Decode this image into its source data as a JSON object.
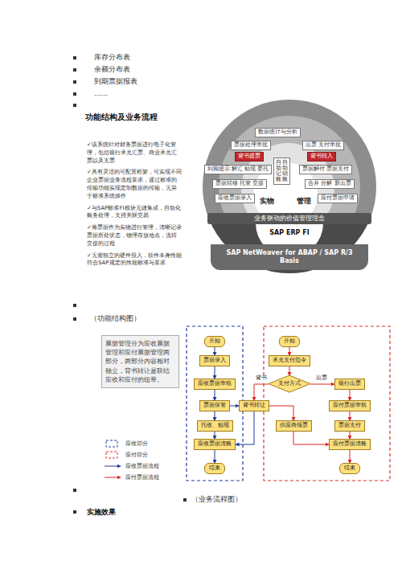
{
  "diagram": {
    "title": "功能结构及业务流程",
    "nodes": [
      {
        "text": [
          "数据统计与分析"
        ]
      },
      {
        "text": [
          "票据处理审批"
        ]
      },
      {
        "text": [
          "出票 支付审批"
        ]
      },
      {
        "text": [
          "背书提票"
        ]
      },
      {
        "text": [
          "背书转入"
        ]
      },
      {
        "text": [
          "到期提示 解汇 贴现 委托"
        ]
      },
      {
        "text": [
          "票据解付 票据支付"
        ]
      },
      {
        "text": [
          "票据转移 托管 交接"
        ]
      },
      {
        "text": [
          "合并 分解 新出票"
        ]
      },
      {
        "text": [
          "自动记账",
          "自动销账"
        ]
      },
      {
        "text": [
          "应收票据录入"
        ]
      },
      {
        "text": [
          "应付票据申请"
        ]
      },
      {
        "text": [
          "业务驱动的价值管理理念"
        ]
      },
      {
        "text": [
          "SAP NetWeaver for ABAP / SAP R/3 Basis"
        ]
      },
      {
        "text": [
          "票据管理分为应收票据管理和应付票据管理两部分，两部分内容相对独立，背书转让是联结应收和应付的纽带。"
        ]
      },
      {
        "text": [
          "开始"
        ]
      },
      {
        "text": [
          "票据录入"
        ]
      },
      {
        "text": [
          "应收票据审核"
        ]
      },
      {
        "text": [
          "票据保管"
        ]
      },
      {
        "text": [
          "托收、贴现"
        ]
      },
      {
        "text": [
          "应收票据清账"
        ]
      },
      {
        "text": [
          "结束"
        ]
      },
      {
        "text": [
          "背书转让"
        ]
      },
      {
        "text": [
          "开始"
        ]
      },
      {
        "text": [
          "承兑支付指令"
        ]
      },
      {
        "text": [
          "支付方式"
        ]
      },
      {
        "text": [
          "银行出票"
        ]
      },
      {
        "text": [
          "应付票据审核"
        ]
      },
      {
        "text": [
          "供应商领票"
        ]
      },
      {
        "text": [
          "票据支付"
        ]
      },
      {
        "text": [
          "应付票据清账"
        ]
      },
      {
        "text": [
          "结束"
        ]
      }
    ],
    "edges": [
      {
        "from": 15,
        "to": 16,
        "arrow": "to"
      },
      {
        "from": 16,
        "to": 17,
        "arrow": "to"
      },
      {
        "from": 17,
        "to": 18,
        "arrow": "to"
      },
      {
        "from": 18,
        "to": 19,
        "arrow": "to"
      },
      {
        "from": 19,
        "to": 20,
        "arrow": "to"
      },
      {
        "from": 20,
        "to": 21,
        "arrow": "to"
      },
      {
        "from": 18,
        "to": 22,
        "arrow": "to"
      },
      {
        "from": 22,
        "to": 20,
        "arrow": "to"
      },
      {
        "from": 23,
        "to": 24,
        "arrow": "to"
      },
      {
        "from": 24,
        "to": 25,
        "arrow": "to"
      },
      {
        "from": 25,
        "to": 26,
        "label": "出票",
        "arrow": "to"
      },
      {
        "from": 25,
        "to": 22,
        "label": "背书",
        "arrow": "to"
      },
      {
        "from": 22,
        "to": 28,
        "arrow": "to"
      },
      {
        "from": 26,
        "to": 27,
        "arrow": "to"
      },
      {
        "from": 27,
        "to": 29,
        "arrow": "to"
      },
      {
        "from": 29,
        "to": 30,
        "arrow": "to"
      },
      {
        "from": 30,
        "to": 31,
        "arrow": "to"
      },
      {
        "from": 28,
        "to": 30,
        "arrow": "to"
      }
    ],
    "labels": [
      "库存分布表",
      "余额分布表",
      "到期票据报表",
      "……",
      "✓该系统针对财务票据进行电子化管理，包括银行承兑汇票、商业承兑汇票以及支票",
      "✓具有灵活的可配置框架，可实现不同企业票据业务流程要求，通过标准的传输功能实现定制数据的传输，无异于标准系统操作",
      "✓与SAP标准FI模块无缝集成，自动化账务处理，支持关联交易",
      "✓将票据作为实物进行管理，清晰记录票据所处状态，物理存放地点，流转交接的过程",
      "✓无需独立的硬件投入，软件本身性能符合SAP规定的性能标准与要求",
      "实物",
      "管理",
      "SAP ERP  FI",
      "（功能结构图）",
      "（业务流程图）",
      "实施效果"
    ],
    "legend": [
      {
        "text": "应收部分"
      },
      {
        "text": "应付部分"
      },
      {
        "text": "应收票据流程"
      },
      {
        "text": "应付票据流程"
      }
    ]
  }
}
